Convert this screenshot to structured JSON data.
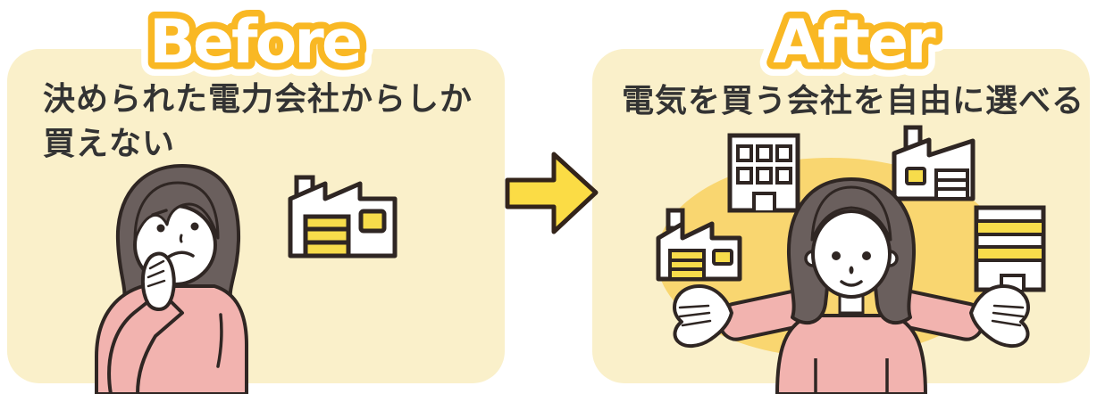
{
  "page": {
    "background": "#FFFFFF",
    "description_style": "before-after comparison infographic"
  },
  "colors": {
    "panel_bg": "#FAF0CA",
    "title_fill": "#FFFFFF",
    "title_outline": "#F9B824",
    "body_text": "#333333",
    "arrow_fill": "#FBDC45",
    "outline_dark": "#2F2623",
    "accent_yellow": "#F7DC4B",
    "highlight_ellipse": "#F9D670",
    "sweater_pink": "#F2B3AF",
    "hair_brown": "#6A5F5D"
  },
  "before_panel": {
    "title": "Before",
    "description_line1": "決められた電力会社からしか",
    "description_line2": "買えない",
    "icons": [
      "worried-woman",
      "factory"
    ]
  },
  "after_panel": {
    "title": "After",
    "description": "電気を買う会社を自由に選べる",
    "icons": [
      "office-building",
      "factory",
      "happy-woman-open-arms",
      "striped-building"
    ]
  },
  "arrow": {
    "direction": "right"
  }
}
